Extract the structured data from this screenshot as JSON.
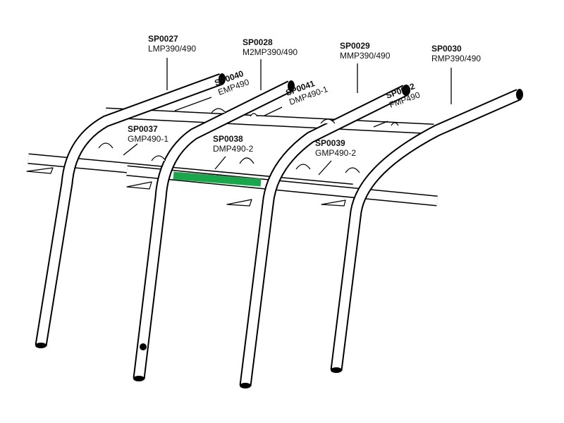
{
  "parts": [
    {
      "code": "SP0027",
      "name": "LMP390/490"
    },
    {
      "code": "SP0028",
      "name": "M2MP390/490"
    },
    {
      "code": "SP0029",
      "name": "MMP390/490"
    },
    {
      "code": "SP0030",
      "name": "RMP390/490"
    },
    {
      "code": "SP0040",
      "name": "EMP490"
    },
    {
      "code": "SP0041",
      "name": "DMP490-1"
    },
    {
      "code": "SP0042",
      "name": "FMP490"
    },
    {
      "code": "SP0037",
      "name": "GMP490-1"
    },
    {
      "code": "SP0038",
      "name": "DMP490-2"
    },
    {
      "code": "SP0039",
      "name": "GMP490-2"
    }
  ],
  "colors": {
    "highlight": "#1aa64a",
    "outline": "#000000"
  }
}
